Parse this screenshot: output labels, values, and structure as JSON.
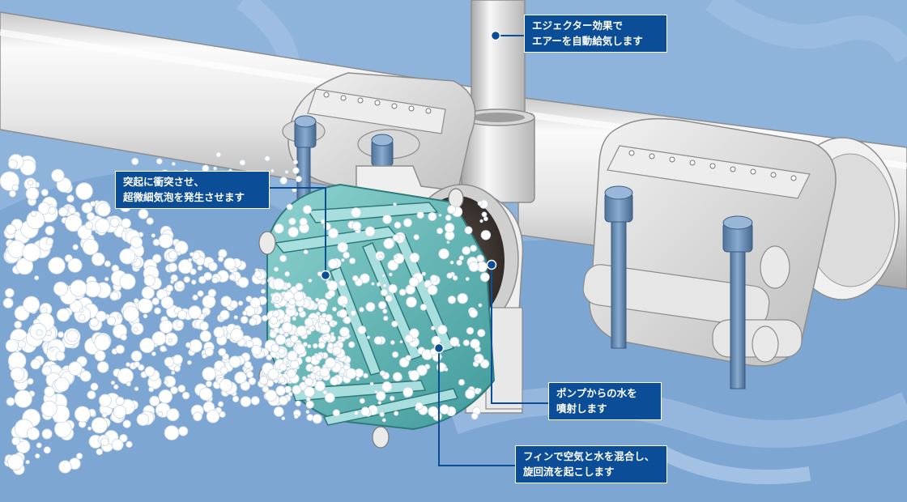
{
  "callouts": {
    "ejector": {
      "line1": "エジェクター効果で",
      "line2": "エアーを自動給気します"
    },
    "bubbles": {
      "line1": "突起に衝突させ、",
      "line2": "超微細気泡を発生させます"
    },
    "pump": {
      "line1": "ポンプからの水を",
      "line2": "噴射します"
    },
    "fin": {
      "line1": "フィンで空気と水を混合し、",
      "line2": "旋回流を起こします"
    }
  },
  "colors": {
    "background": "#8fb4dc",
    "pipe": "#e3e3e3",
    "callout_bg": "#0b4d97",
    "leader": "#0b4d97",
    "nozzle": "#5fb5b5",
    "bolt": "#6f93b8",
    "bubble": "#ffffff"
  }
}
